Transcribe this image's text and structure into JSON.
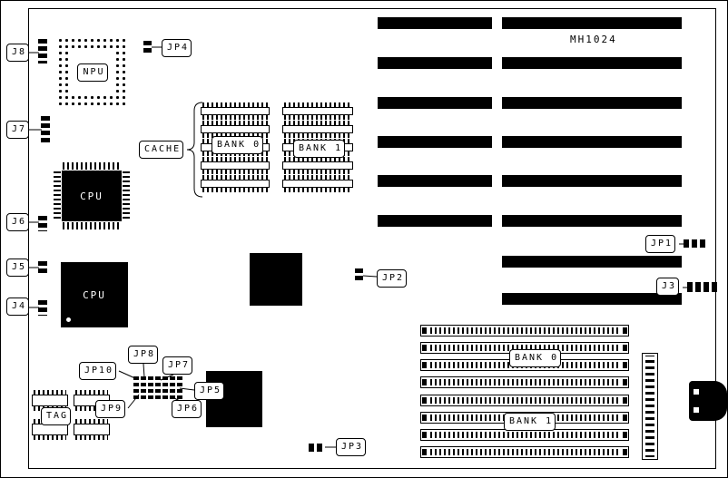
{
  "board": {
    "model": "MH1024"
  },
  "left_connectors": [
    {
      "id": "J8"
    },
    {
      "id": "J7"
    },
    {
      "id": "J6"
    },
    {
      "id": "J5"
    },
    {
      "id": "J4"
    }
  ],
  "chips": {
    "npu": "NPU",
    "cpu_qfp": "CPU",
    "cpu_pga": "CPU"
  },
  "cache": {
    "label": "CACHE",
    "bank0": "BANK 0",
    "bank1": "BANK 1"
  },
  "memory": {
    "bank0": "BANK 0",
    "bank1": "BANK 1"
  },
  "tag": {
    "label": "TAG"
  },
  "jumpers": {
    "jp1": "JP1",
    "jp2": "JP2",
    "jp3": "JP3",
    "jp4": "JP4",
    "jp5": "JP5",
    "jp6": "JP6",
    "jp7": "JP7",
    "jp8": "JP8",
    "jp9": "JP9",
    "jp10": "JP10"
  },
  "connectors": {
    "j3": "J3"
  }
}
